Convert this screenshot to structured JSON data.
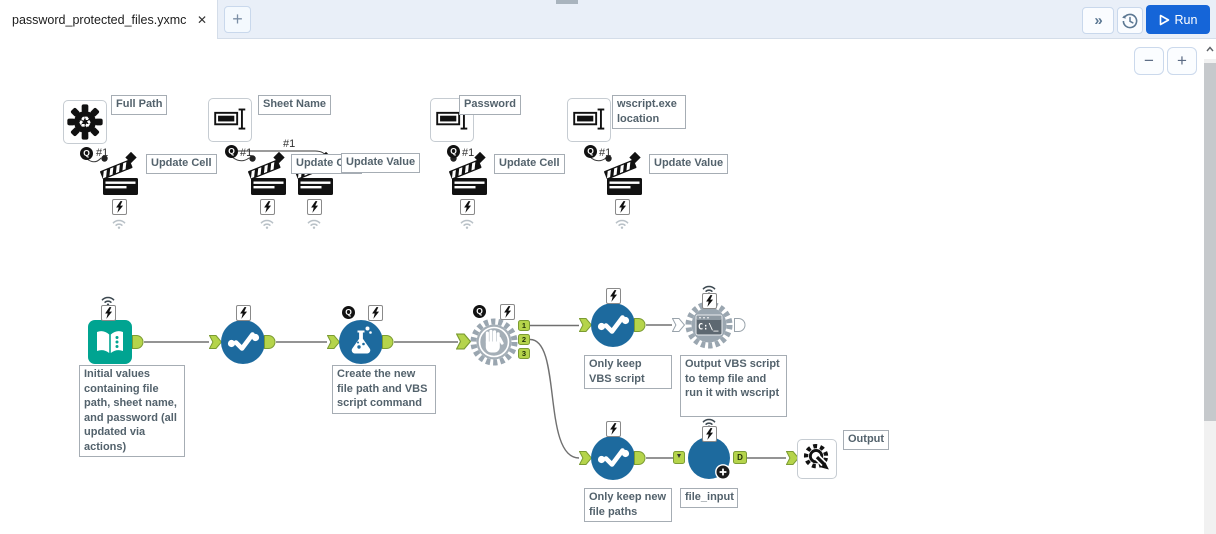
{
  "tab_bar": {
    "active_tab_title": "password_protected_files.yxmc",
    "close_label": "✕",
    "new_tab_label": "+"
  },
  "toolbar": {
    "expand_label": "»",
    "run_label": "Run"
  },
  "zoom_controls": {
    "zoom_out_label": "−",
    "zoom_in_label": "+"
  },
  "canvas": {
    "q_anchor_label": "Q",
    "connection_label": "#1",
    "interface_groups": [
      {
        "tool": "control-parameter",
        "label": "Full Path",
        "actions": [
          "Update Cell"
        ]
      },
      {
        "tool": "text-box",
        "label": "Sheet Name",
        "actions": [
          "Update Cell",
          "Update Value"
        ]
      },
      {
        "tool": "text-box",
        "label": "Password",
        "actions": [
          "Update Cell"
        ]
      },
      {
        "tool": "text-box",
        "label": "wscript.exe location",
        "actions": [
          "Update Value"
        ]
      }
    ],
    "workflow_tools": {
      "text_input": {
        "annotation": "Initial values containing file path, sheet name, and password (all updated via actions)"
      },
      "formula": {
        "annotation": "Create the new file path and VBS script command"
      },
      "block_until_done": {
        "output_anchors": [
          "1",
          "2",
          "3"
        ]
      },
      "select_vbs": {
        "annotation": "Only keep VBS script"
      },
      "run_command": {
        "annotation": "Output VBS script to temp file and run it with wscript",
        "icon_text": "C:\\_"
      },
      "select_new_paths": {
        "annotation": "Only keep new file paths"
      },
      "file_input_macro": {
        "annotation": "file_input",
        "output_anchor_label": "D"
      },
      "macro_output": {
        "annotation": "Output"
      }
    }
  },
  "colors": {
    "run_button_blue": "#1565d8",
    "tool_blue": "#1d6a9e",
    "tool_teal": "#00a491",
    "tool_grey": "#9aa6b0",
    "connector_green": "#b5d44b",
    "annotation_text": "#53626c"
  }
}
